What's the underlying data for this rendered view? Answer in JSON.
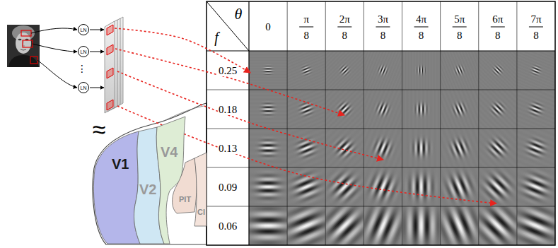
{
  "diagram": {
    "nodes": [
      {
        "text": [
          "LN"
        ]
      },
      {
        "text": [
          "LN"
        ]
      },
      {
        "text": [
          "LN"
        ]
      },
      {
        "text": [
          "V1"
        ]
      },
      {
        "text": [
          "V2"
        ]
      },
      {
        "text": [
          "V4"
        ]
      },
      {
        "text": [
          "PIT"
        ]
      },
      {
        "text": [
          "CI"
        ]
      }
    ],
    "labels": [
      "θ",
      "f",
      "0",
      "π",
      "8",
      "2π",
      "8",
      "3π",
      "8",
      "4π",
      "8",
      "5π",
      "8",
      "6π",
      "8",
      "7π",
      "8",
      "0.25",
      "0.18",
      "0.13",
      "0.09",
      "0.06",
      "≈",
      "⋮"
    ]
  }
}
